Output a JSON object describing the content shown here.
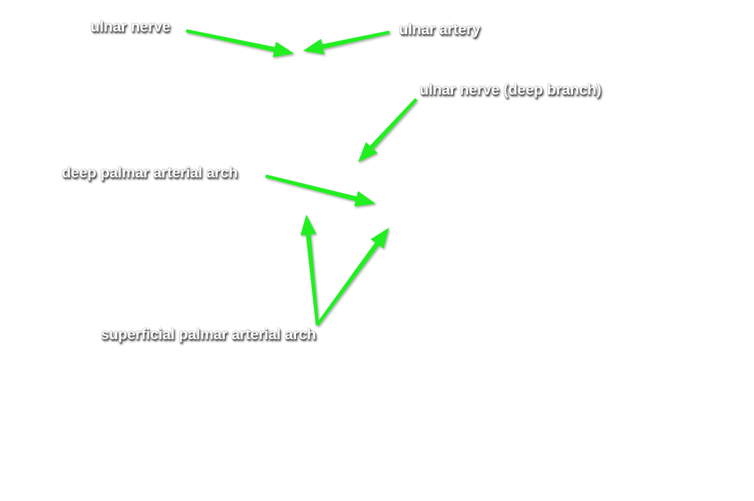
{
  "labels": {
    "ulnar_nerve": "ulnar nerve",
    "ulnar_artery": "ulnar artery",
    "ulnar_nerve_deep_branch": "ulnar nerve (deep branch)",
    "deep_palmar_arterial_arch": "deep palmar arterial arch",
    "superficial_palmar_arterial_arch": "superficial palmar arterial arch"
  },
  "colors": {
    "arrow": "#22ee22",
    "label_text": "#ffffff",
    "background": "#ffffff"
  }
}
